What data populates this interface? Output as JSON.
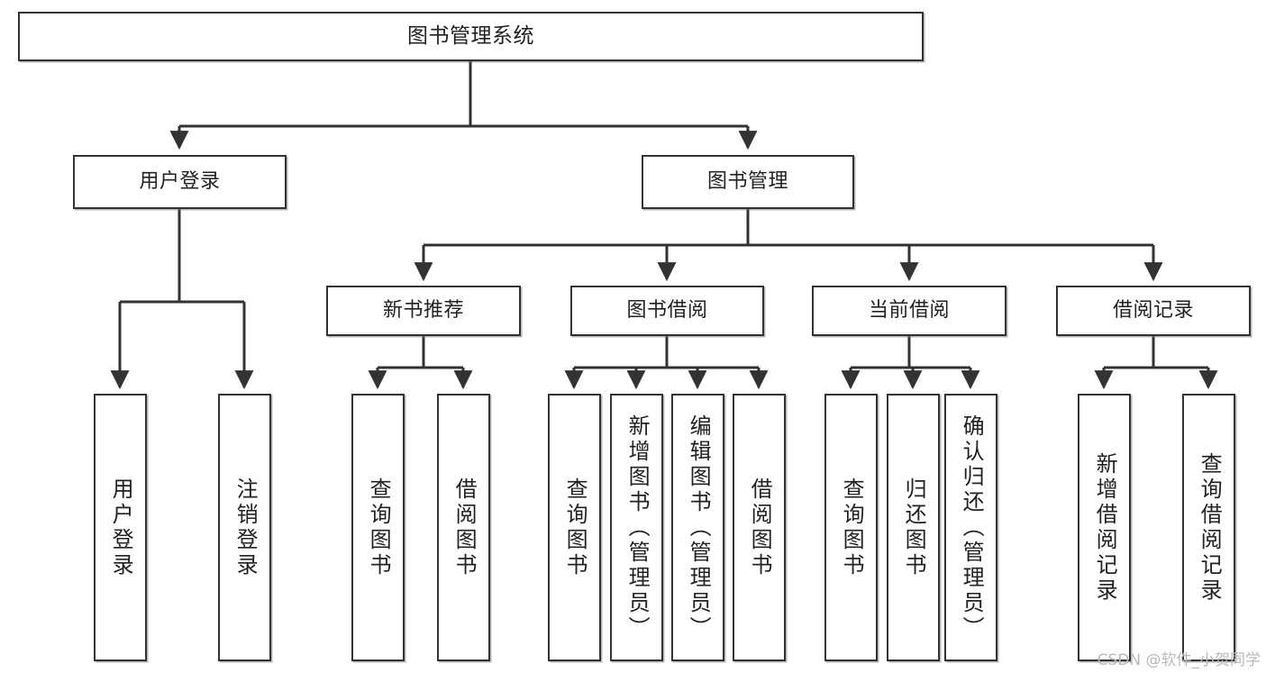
{
  "diagram": {
    "title": "图书管理系统",
    "type": "tree-hierarchy-chart",
    "orientation": "top-down",
    "colors": {
      "box_border": "#333333",
      "box_fill": "#ffffff",
      "connector": "#333333",
      "watermark": "#b9b9b9",
      "background": "#ffffff"
    },
    "root": {
      "label": "图书管理系统"
    },
    "level2": [
      {
        "label": "用户登录"
      },
      {
        "label": "图书管理"
      }
    ],
    "level3": [
      {
        "label": "新书推荐"
      },
      {
        "label": "图书借阅"
      },
      {
        "label": "当前借阅"
      },
      {
        "label": "借阅记录"
      }
    ],
    "leaves": {
      "user_login": [
        {
          "label": "用户登录"
        },
        {
          "label": "注销登录"
        }
      ],
      "new_book_recommend": [
        {
          "label": "查询图书"
        },
        {
          "label": "借阅图书"
        }
      ],
      "book_borrow": [
        {
          "label": "查询图书"
        },
        {
          "label": "新增图书（管理员）"
        },
        {
          "label": "编辑图书（管理员）"
        },
        {
          "label": "借阅图书"
        }
      ],
      "current_borrow": [
        {
          "label": "查询图书"
        },
        {
          "label": "归还图书"
        },
        {
          "label": "确认归还（管理员）"
        }
      ],
      "borrow_record": [
        {
          "label": "新增借阅记录"
        },
        {
          "label": "查询借阅记录"
        }
      ]
    }
  },
  "watermark": {
    "text": "CSDN @软件_小贺同学"
  }
}
